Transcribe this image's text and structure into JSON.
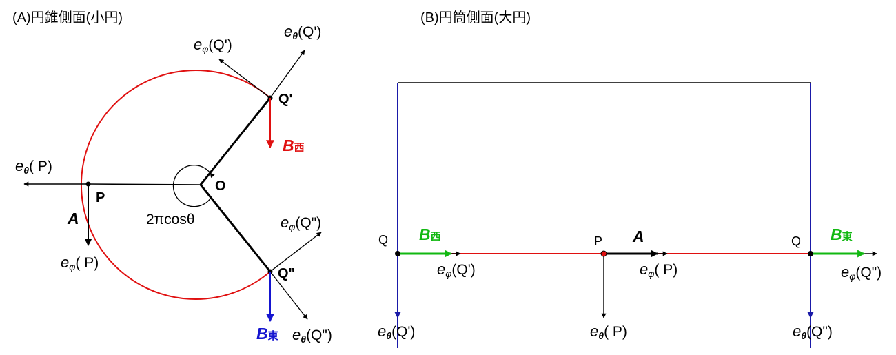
{
  "panels": {
    "a": {
      "title": "(A)円錐側面(小円)"
    },
    "b": {
      "title": "(B)円筒側面(大円)"
    }
  },
  "a": {
    "point_labels": {
      "q1": "Q'",
      "q2": "Q\"",
      "p": "P",
      "o": "O"
    },
    "angle_label": "2πcosθ",
    "vectors": {
      "e_theta_p": {
        "e": "e",
        "sub": "θ",
        "arg": "( P)"
      },
      "e_phi_p": {
        "e": "e",
        "sub": "φ",
        "arg": "( P)"
      },
      "e_theta_q1": {
        "e": "e",
        "sub": "θ",
        "arg": "(Q')"
      },
      "e_phi_q1": {
        "e": "e",
        "sub": "φ",
        "arg": "(Q')"
      },
      "e_phi_q2": {
        "e": "e",
        "sub": "φ",
        "arg": "(Q\")"
      },
      "e_theta_q2": {
        "e": "e",
        "sub": "θ",
        "arg": "(Q\")"
      }
    },
    "A": "A",
    "B_west": {
      "b": "B",
      "kanji": "西"
    },
    "B_east": {
      "b": "B",
      "kanji": "東"
    }
  },
  "b": {
    "point_labels": {
      "q_left": "Q",
      "p": "P",
      "q_right": "Q"
    },
    "vectors": {
      "e_phi_q1": {
        "e": "e",
        "sub": "φ",
        "arg": "(Q')"
      },
      "e_phi_p": {
        "e": "e",
        "sub": "φ",
        "arg": "( P)"
      },
      "e_phi_q2": {
        "e": "e",
        "sub": "φ",
        "arg": "(Q\")"
      },
      "e_theta_q1": {
        "e": "e",
        "sub": "θ",
        "arg": "(Q')"
      },
      "e_theta_p": {
        "e": "e",
        "sub": "θ",
        "arg": "( P)"
      },
      "e_theta_q2": {
        "e": "e",
        "sub": "θ",
        "arg": "(Q\")"
      }
    },
    "A": "A",
    "B_west": {
      "b": "B",
      "kanji": "西"
    },
    "B_east": {
      "b": "B",
      "kanji": "東"
    }
  },
  "colors": {
    "circle": "#e01010",
    "b_west_a": "#e01010",
    "b_east_a": "#1515d0",
    "green": "#12b812",
    "blue_line": "#1a1aa8",
    "black": "#000000"
  }
}
